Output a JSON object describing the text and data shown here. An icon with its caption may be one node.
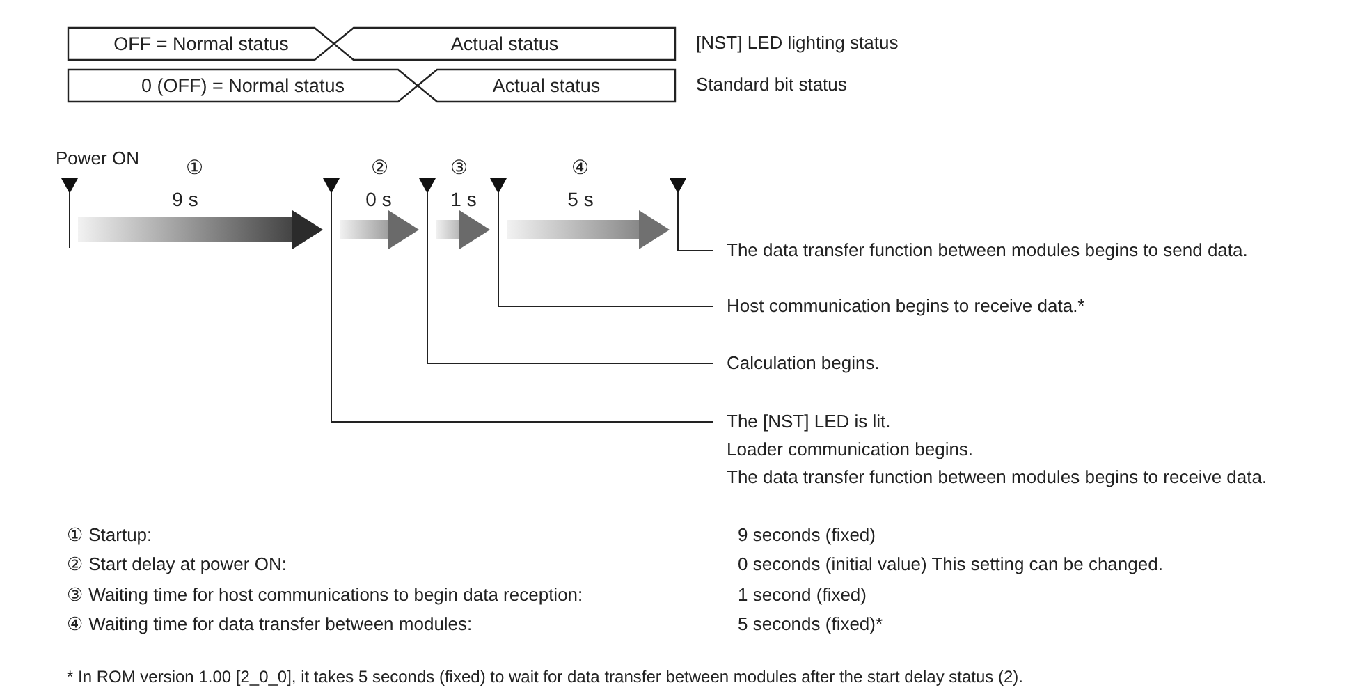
{
  "diagram": {
    "nodes": [
      {
        "text": [
          "OFF = Normal status"
        ]
      },
      {
        "text": [
          "Actual status"
        ],
        "beside": [
          "[NST] LED lighting status"
        ]
      },
      {
        "text": [
          "0 (OFF) = Normal status"
        ]
      },
      {
        "text": [
          "Actual status"
        ],
        "beside": [
          "Standard bit status"
        ]
      },
      {
        "text": [],
        "shape": "triangle",
        "beside": [
          "Power ON"
        ]
      },
      {
        "text": [],
        "shape": "triangle"
      },
      {
        "text": [],
        "shape": "triangle"
      },
      {
        "text": [],
        "shape": "triangle"
      },
      {
        "text": [],
        "shape": "triangle"
      },
      {
        "text": [
          "The data transfer function between modules begins to send data."
        ]
      },
      {
        "text": [
          "Host communication begins to receive data.*"
        ]
      },
      {
        "text": [
          "Calculation begins."
        ]
      },
      {
        "text": [
          "The [NST] LED is lit.",
          "Loader communication begins.",
          "The data transfer function between modules begins to receive data."
        ]
      }
    ],
    "edges": [
      {
        "from": 4,
        "to": 5,
        "arrow": "to"
      },
      {
        "from": 5,
        "to": 6,
        "arrow": "to"
      },
      {
        "from": 6,
        "to": 7,
        "arrow": "to"
      },
      {
        "from": 7,
        "to": 8,
        "arrow": "to"
      },
      {
        "from": 8,
        "to": 9,
        "arrow": "none"
      },
      {
        "from": 7,
        "to": 10,
        "arrow": "none"
      },
      {
        "from": 6,
        "to": 11,
        "arrow": "none"
      },
      {
        "from": 5,
        "to": 12,
        "arrow": "none"
      }
    ],
    "labels": [
      "①",
      "9 s",
      "②",
      "0 s",
      "③",
      "1 s",
      "④",
      "5 s",
      "① Startup:",
      "9 seconds (fixed)",
      "② Start delay at power ON:",
      "0 seconds (initial value) This setting can be changed.",
      "③ Waiting time for host communications to begin data reception:",
      "1 second (fixed)",
      "④ Waiting time for data transfer between modules:",
      "5 seconds (fixed)*",
      "* In ROM version 1.00 [2_0_0], it takes 5 seconds (fixed) to wait for data transfer between modules after the start delay status (2)."
    ]
  }
}
